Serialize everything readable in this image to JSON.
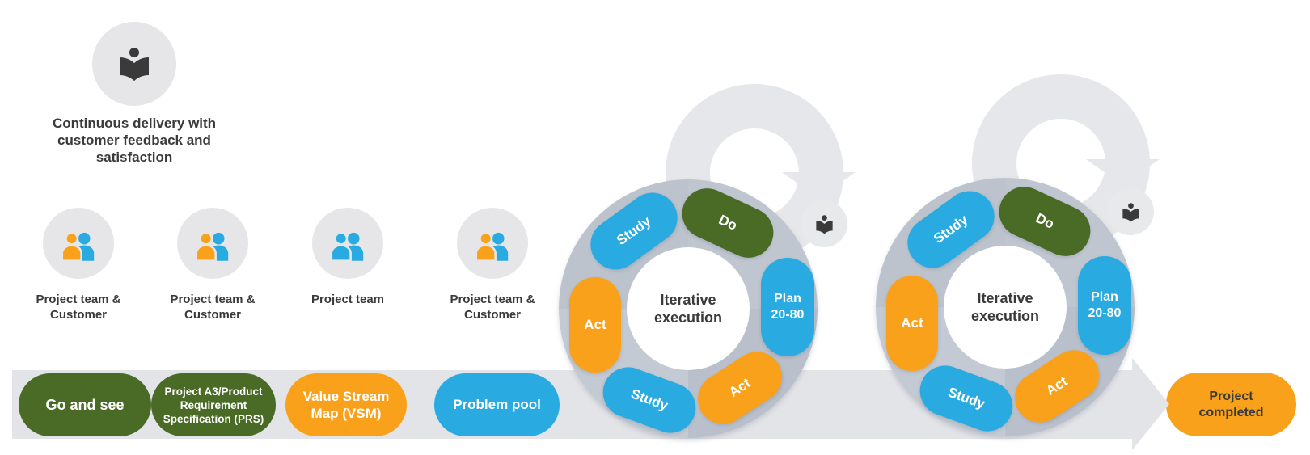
{
  "colors": {
    "blue": "#29ABE2",
    "orange": "#F9A11B",
    "green": "#4A6B26",
    "ring_gray": "#BCC3CD",
    "band_gray": "#E3E4E8",
    "loop_gray": "#E6E7EA",
    "icon_circle_gray": "#E6E6E8",
    "dark_text": "#3A3A3A"
  },
  "header": {
    "icon": "reader-icon",
    "caption": "Continuous delivery with customer feedback and satisfaction"
  },
  "actors": [
    {
      "label": "Project team & Customer",
      "left_person": "#F9A11B",
      "right_person": "#29ABE2"
    },
    {
      "label": "Project team & Customer",
      "left_person": "#F9A11B",
      "right_person": "#29ABE2"
    },
    {
      "label": "Project team",
      "left_person": "#29ABE2",
      "right_person": "#29ABE2"
    },
    {
      "label": "Project team & Customer",
      "left_person": "#F9A11B",
      "right_person": "#29ABE2"
    }
  ],
  "timeline": {
    "stages": [
      {
        "label": "Go and see",
        "color": "green"
      },
      {
        "label": "Project A3/Product Requirement Specification (PRS)",
        "color": "green"
      },
      {
        "label": "Value Stream Map (VSM)",
        "color": "orange"
      },
      {
        "label": "Problem pool",
        "color": "blue"
      }
    ],
    "completion": {
      "label": "Project completed",
      "color": "orange"
    }
  },
  "cycles": [
    {
      "center_label": "Iterative execution",
      "pills": [
        {
          "label": "Do",
          "color": "green"
        },
        {
          "label": "Plan 20-80",
          "color": "blue"
        },
        {
          "label": "Act",
          "color": "orange"
        },
        {
          "label": "Study",
          "color": "blue"
        },
        {
          "label": "Act",
          "color": "orange"
        },
        {
          "label": "Study",
          "color": "blue"
        }
      ]
    },
    {
      "center_label": "Iterative execution",
      "pills": [
        {
          "label": "Do",
          "color": "green"
        },
        {
          "label": "Plan 20-80",
          "color": "blue"
        },
        {
          "label": "Act",
          "color": "orange"
        },
        {
          "label": "Study",
          "color": "blue"
        },
        {
          "label": "Act",
          "color": "orange"
        },
        {
          "label": "Study",
          "color": "blue"
        }
      ]
    }
  ]
}
